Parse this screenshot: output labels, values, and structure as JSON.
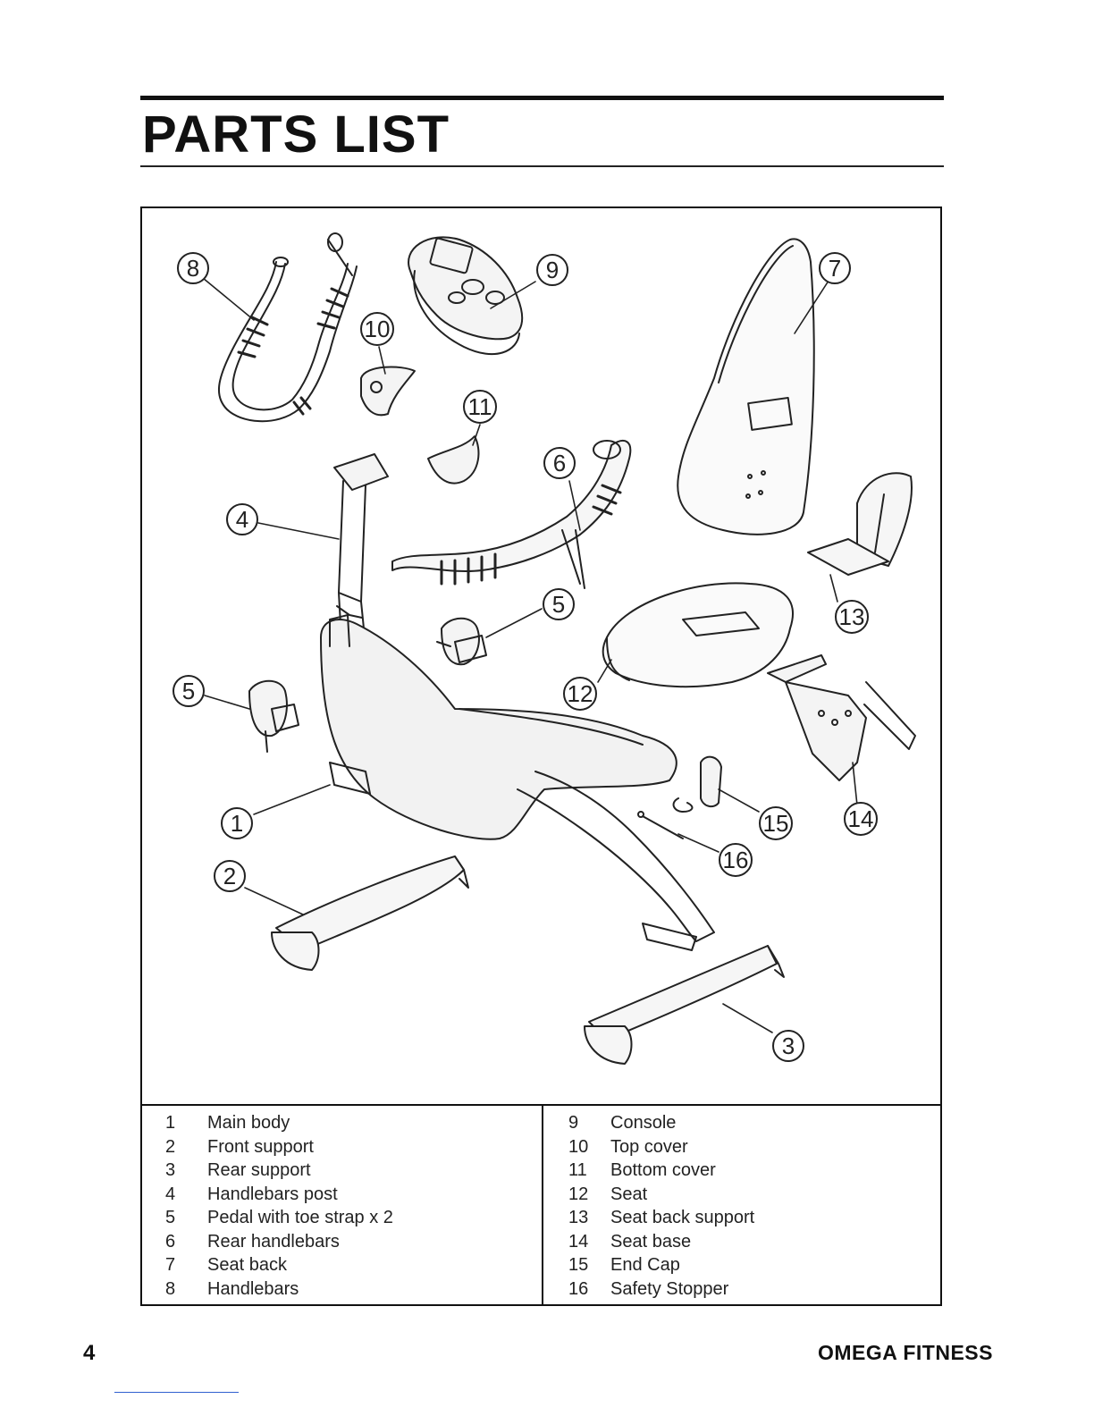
{
  "header": {
    "title": "PARTS LIST"
  },
  "callouts": [
    "8",
    "9",
    "7",
    "10",
    "11",
    "6",
    "4",
    "5",
    "13",
    "5",
    "12",
    "1",
    "15",
    "14",
    "16",
    "2",
    "3"
  ],
  "legend": {
    "left": [
      {
        "num": "1",
        "label": "Main body"
      },
      {
        "num": "2",
        "label": "Front support"
      },
      {
        "num": "3",
        "label": "Rear support"
      },
      {
        "num": "4",
        "label": "Handlebars post"
      },
      {
        "num": "5",
        "label": "Pedal with toe strap x 2"
      },
      {
        "num": "6",
        "label": "Rear handlebars"
      },
      {
        "num": "7",
        "label": "Seat back"
      },
      {
        "num": "8",
        "label": "Handlebars"
      }
    ],
    "right": [
      {
        "num": "9",
        "label": "Console"
      },
      {
        "num": "10",
        "label": "Top cover"
      },
      {
        "num": "11",
        "label": "Bottom cover"
      },
      {
        "num": "12",
        "label": "Seat"
      },
      {
        "num": "13",
        "label": "Seat back support"
      },
      {
        "num": "14",
        "label": "Seat base"
      },
      {
        "num": "15",
        "label": "End Cap"
      },
      {
        "num": "16",
        "label": "Safety Stopper"
      }
    ]
  },
  "footer": {
    "page_number": "4",
    "brand": "OMEGA FITNESS"
  }
}
